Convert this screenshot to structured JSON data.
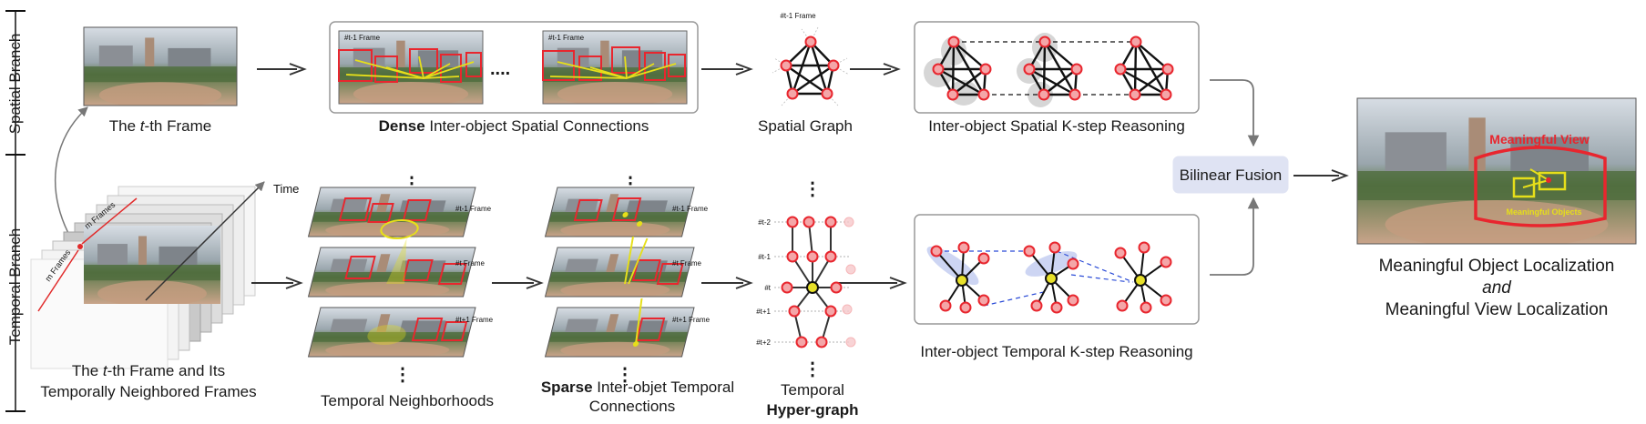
{
  "side": {
    "spatial": "Spatial Branch",
    "temporal": "Temporal Branch"
  },
  "frame_tags": {
    "t_minus_1": "#t-1 Frame",
    "t": "#t Frame",
    "t_plus_1": "#t+1 Frame"
  },
  "captions": {
    "tth_pre": "The ",
    "tth_it": "t",
    "tth_post": "-th Frame",
    "stack_l1_pre": "The ",
    "stack_l1_it": "t",
    "stack_l1_post": "-th Frame and Its",
    "stack_l2": "Temporally Neighbored Frames",
    "dense_b": "Dense",
    "dense_rest": " Inter-object Spatial  Connections",
    "spatial_graph": "Spatial Graph",
    "spatial_k": "Inter-object Spatial K-step Reasoning",
    "temporal_nb": "Temporal Neighborhoods",
    "sparse_b": "Sparse",
    "sparse_l1": " Inter-objet Temporal",
    "sparse_l2": "Connections",
    "hyper_l1": "Temporal",
    "hyper_l2": "Hyper-graph",
    "temporal_k": "Inter-object Temporal K-step Reasoning",
    "bilinear": "Bilinear Fusion",
    "out_l1": "Meaningful Object Localization",
    "out_l2": "and",
    "out_l3": "Meaningful View Localization",
    "meaningful_view": "Meaningful View",
    "meaningful_objects": "Meaningful Objects"
  },
  "stack": {
    "time": "Time",
    "m_frames": "m Frames"
  },
  "ellipsis": "....",
  "hyper_ticks": [
    "#t-2",
    "#t-1",
    "#t",
    "#t+1",
    "#t+2"
  ],
  "colors": {
    "node": "#e8262e",
    "hyper_node": "#e8e12a",
    "highlight": "#cfcfcf",
    "dashed_blue": "#2a4bd7",
    "fusion_bg": "#dfe3f3"
  }
}
